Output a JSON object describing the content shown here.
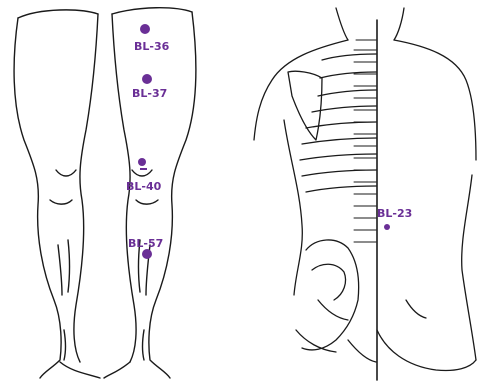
{
  "accent": "#6a2f96",
  "points": {
    "bl36": {
      "label": "BL-36"
    },
    "bl37": {
      "label": "BL-37"
    },
    "bl40": {
      "label": "BL-40"
    },
    "bl57": {
      "label": "BL-57"
    },
    "bl23": {
      "label": "BL-23"
    }
  }
}
